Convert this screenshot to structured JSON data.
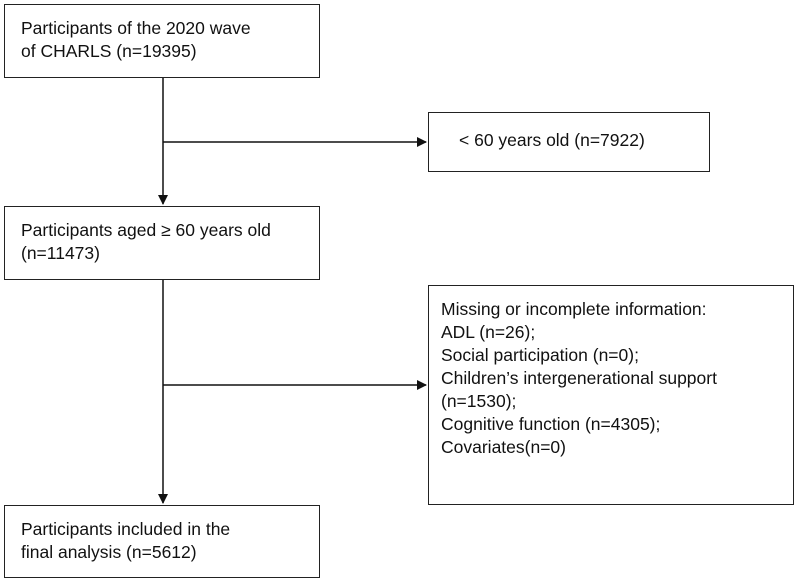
{
  "flowchart": {
    "start": {
      "lines": [
        "Participants of the 2020 wave",
        "of CHARLS (n=19395)"
      ]
    },
    "exclusion_age": {
      "lines": [
        "< 60 years old (n=7922)"
      ]
    },
    "aged_60_plus": {
      "lines": [
        "Participants aged ≥ 60 years old",
        "(n=11473)"
      ]
    },
    "exclusion_missing": {
      "lines": [
        "Missing or incomplete information:",
        "ADL (n=26);",
        "Social participation  (n=0);",
        "Children’s intergenerational support",
        "(n=1530);",
        "Cognitive function (n=4305);",
        "Covariates(n=0)"
      ]
    },
    "final": {
      "lines": [
        "Participants included in the",
        "final analysis (n=5612)"
      ]
    },
    "colors": {
      "border": "#222222",
      "arrow": "#111111",
      "background": "#ffffff",
      "text": "#111111"
    }
  }
}
